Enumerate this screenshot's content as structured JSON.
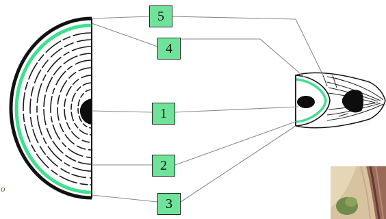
{
  "labels": {
    "five": "5",
    "four": "4",
    "one": "1",
    "two": "2",
    "three": "3"
  },
  "edge_letter": "o",
  "colors": {
    "label_fill": "#6fe39a",
    "layer_green": "#3fe08f",
    "outline": "#111111",
    "leader_line": "#8a8a8a"
  }
}
